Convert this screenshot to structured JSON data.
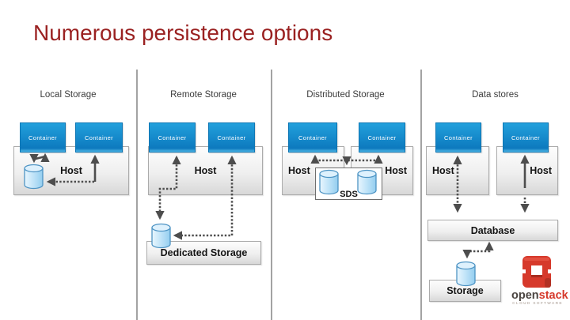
{
  "slide": {
    "title": "Numerous persistence options"
  },
  "columns": [
    {
      "header": "Local Storage"
    },
    {
      "header": "Remote Storage"
    },
    {
      "header": "Distributed Storage"
    },
    {
      "header": "Data stores"
    }
  ],
  "labels": {
    "container": "Container",
    "host": "Host",
    "sds": "SDS",
    "dedicated_storage": "Dedicated Storage",
    "database": "Database",
    "storage": "Storage"
  },
  "logo": {
    "open": "open",
    "stack": "stack",
    "tagline": "CLOUD SOFTWARE"
  },
  "colors": {
    "title_red": "#9a2121",
    "container_blue": "#1389cb",
    "box_gray": "#e9e9e9",
    "arrow_gray": "#4d4d4d",
    "cylinder_blue": "#b5dff7",
    "brand_red": "#d6392b"
  }
}
